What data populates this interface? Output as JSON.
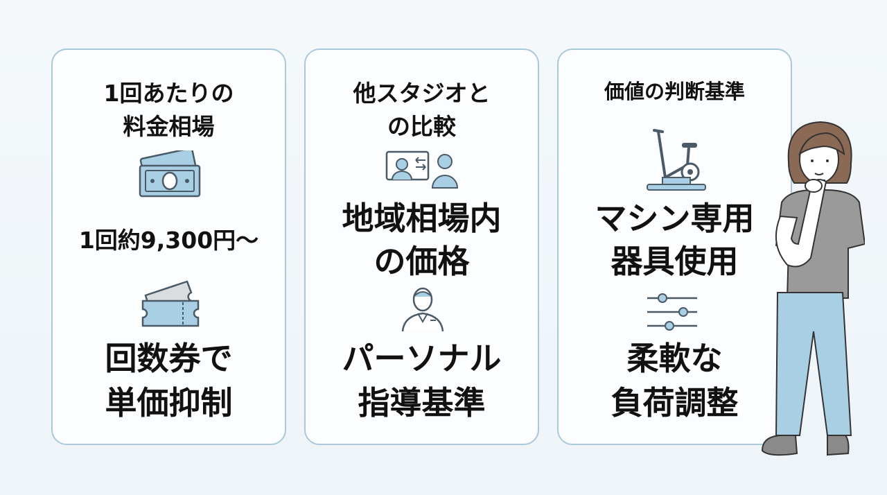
{
  "cards": [
    {
      "title_line1": "1回あたりの",
      "title_line2": "料金相場",
      "price_text": "1回約9,300円〜",
      "big_line1": "回数券で",
      "big_line2": "単価抑制",
      "icons": [
        "money-bill-icon",
        "ticket-icon"
      ]
    },
    {
      "title_line1": "他スタジオと",
      "title_line2": "の比較",
      "mid_line1": "地域相場内",
      "mid_line2": "の価格",
      "big_line1": "パーソナル",
      "big_line2": "指導基準",
      "icons": [
        "comparison-icon",
        "trainer-icon"
      ]
    },
    {
      "title_line1": "価値の判断基準",
      "mid_line1": "マシン専用",
      "mid_line2": "器具使用",
      "big_line1": "柔軟な",
      "big_line2": "負荷調整",
      "icons": [
        "exercise-bike-icon",
        "sliders-icon"
      ]
    }
  ],
  "colors": {
    "card_border": "#a9c9d8",
    "icon_fill": "#a8cfe3",
    "icon_stroke": "#4a5a66",
    "shirt": "#9a9a9a",
    "pants": "#a8cfe3"
  }
}
